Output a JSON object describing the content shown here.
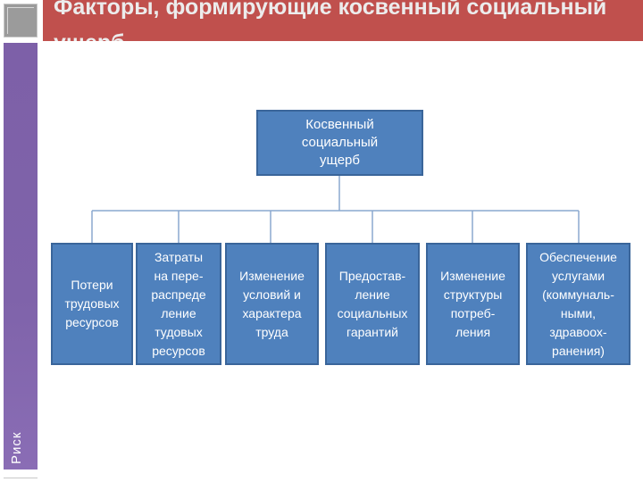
{
  "slide": {
    "title": "Факторы, формирующие косвенный социальный ущерб",
    "side_label": "Риск"
  },
  "diagram": {
    "root": "Косвенный\nсоциальный\nущерб",
    "children": [
      "Потери\nтрудовых\nресурсов",
      "Затраты\nна пере-\nраспреде\nление\nтудовых\nресурсов",
      "Изменение\nусловий и\nхарактера\nтруда",
      "Предостав-\nление\nсоциальных\nгарантий",
      "Изменение\nструктуры\nпотреб-\nления",
      "Обеспечение\nуслугами\n(коммуналь-\nными,\nздравоох-\nранения)"
    ]
  },
  "colors": {
    "title_bar": "#c0504d",
    "side_bar": "#7f63aa",
    "node_fill": "#4f81bd",
    "node_border": "#3a659a",
    "connector": "#8aa9cf"
  }
}
